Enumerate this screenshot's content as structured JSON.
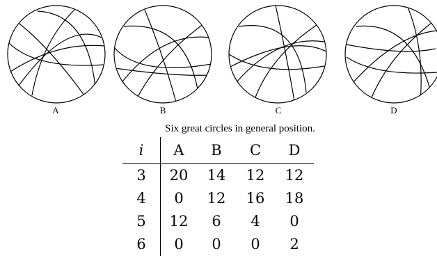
{
  "diagrams": [
    {
      "label": "A"
    },
    {
      "label": "B"
    },
    {
      "label": "C"
    },
    {
      "label": "D"
    }
  ],
  "caption": "Six great circles in general position.",
  "table": {
    "index_header": "i",
    "columns": [
      "A",
      "B",
      "C",
      "D"
    ],
    "rows": [
      {
        "i": "3",
        "values": [
          "20",
          "14",
          "12",
          "12"
        ]
      },
      {
        "i": "4",
        "values": [
          "0",
          "12",
          "16",
          "18"
        ]
      },
      {
        "i": "5",
        "values": [
          "12",
          "6",
          "4",
          "0"
        ]
      },
      {
        "i": "6",
        "values": [
          "0",
          "0",
          "0",
          "2"
        ]
      }
    ]
  }
}
